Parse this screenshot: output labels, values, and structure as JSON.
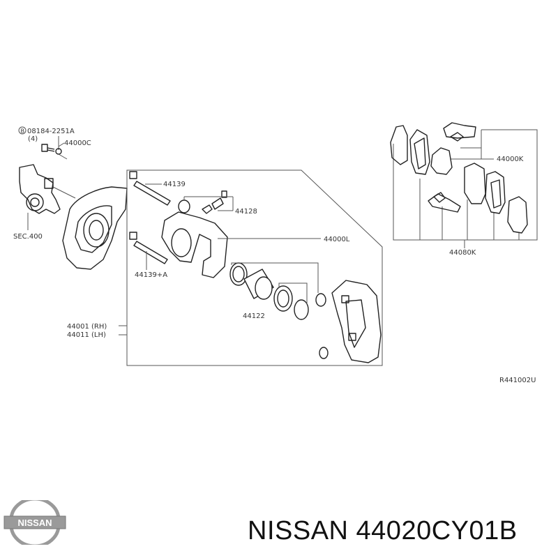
{
  "labels": {
    "bolt_ref": "08184-2251A",
    "bolt_qty": "(4)",
    "bolt_part": "44000C",
    "knuckle_ref": "SEC.400",
    "pin_upper": "44139",
    "pin_lower": "44139+A",
    "boot": "44128",
    "caliper_assy": "44000L",
    "seal_kit": "44122",
    "caliper_rh": "44001 (RH)",
    "caliper_lh": "44011 (LH)",
    "pad_kit": "44000K",
    "pad_set": "44080K",
    "bolt_mark": "B"
  },
  "diagram_id": "R441002U",
  "brand": {
    "logo_text": "NISSAN",
    "caption": "NISSAN 44020CY01B"
  }
}
